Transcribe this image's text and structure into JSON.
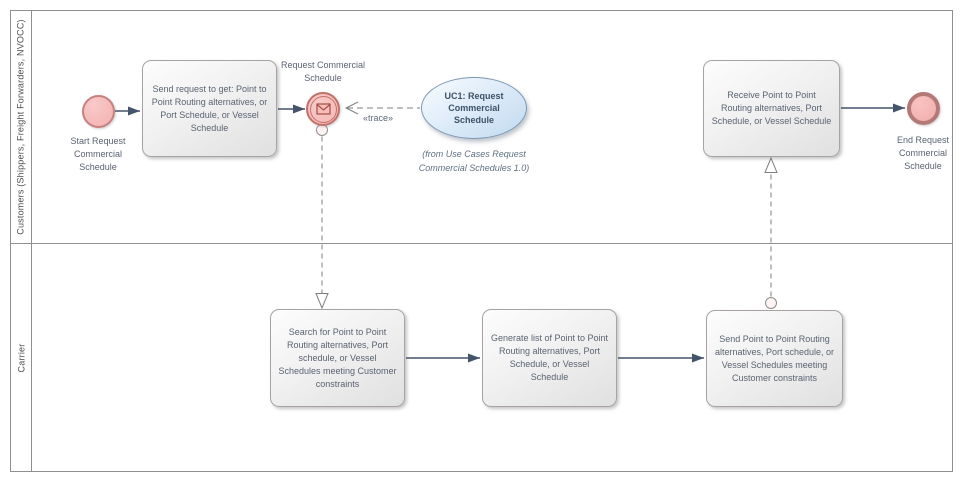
{
  "pool": {
    "lanes": [
      {
        "label": "Customers (Shippers, Freight Forwarders, NVOCC)"
      },
      {
        "label": "Carrier"
      }
    ]
  },
  "events": {
    "start": {
      "label": "Start Request Commercial Schedule"
    },
    "message": {
      "label": "Request Commercial Schedule"
    },
    "end": {
      "label": "End Request Commercial Schedule"
    }
  },
  "tasks": {
    "send_request": {
      "label": "Send request to get: Point to Point Routing alternatives, or Port Schedule, or Vessel Schedule"
    },
    "receive": {
      "label": "Receive Point to Point Routing alternatives, Port Schedule, or Vessel Schedule"
    },
    "search": {
      "label": "Search for Point to Point Routing alternatives, Port schedule, or Vessel Schedules meeting Customer constraints"
    },
    "generate": {
      "label": "Generate list of Point to Point Routing alternatives, Port Schedule, or Vessel Schedule"
    },
    "send_results": {
      "label": "Send Point to Point Routing alternatives, Port schedule, or Vessel Schedules meeting Customer constraints"
    }
  },
  "use_case": {
    "title": "UC1: Request Commercial Schedule",
    "note": "(from Use Cases Request Commercial Schedules 1.0)"
  },
  "connectors": {
    "trace_label": "«trace»"
  },
  "colors": {
    "sequence_arrow": "#44546A",
    "message_flow": "#7f7f7f",
    "event_pink_fill": "#f4b8b4",
    "event_pink_border": "#c3706b",
    "task_fill": "#ededed",
    "task_border": "#a9a2a2",
    "usecase_fill": "#c2daf0",
    "usecase_border": "#7d98b3",
    "lane_border": "#8f8f8f",
    "text": "#5a6372"
  }
}
